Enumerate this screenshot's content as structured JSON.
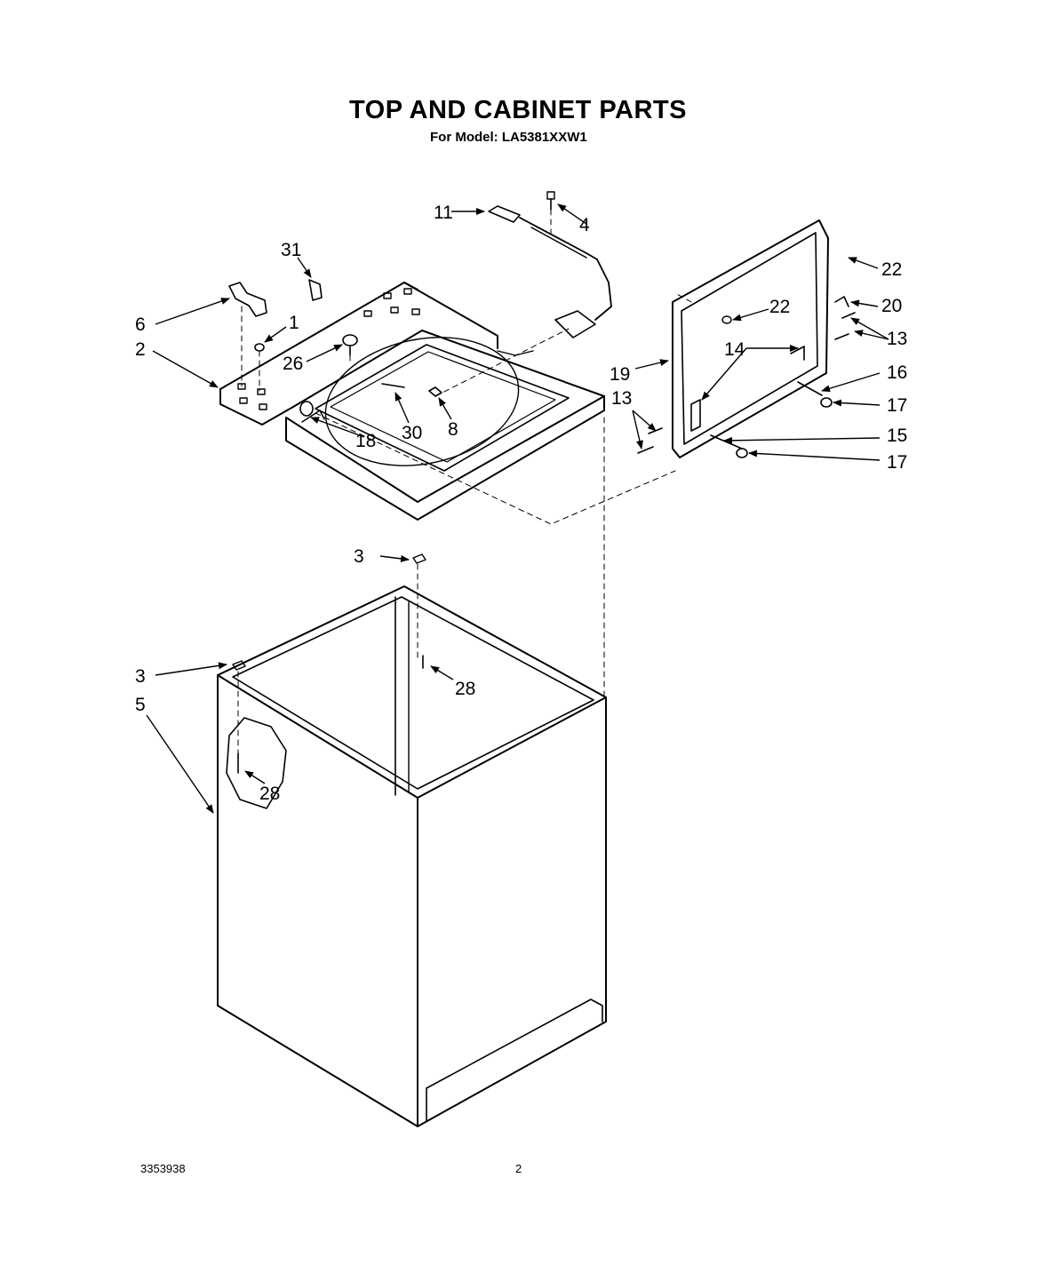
{
  "header": {
    "title": "TOP AND CABINET PARTS",
    "subtitle": "For Model: LA5381XXW1"
  },
  "footer": {
    "doc_number": "3353938",
    "page_number": "2"
  },
  "callouts": {
    "c1": "1",
    "c2": "2",
    "c3a": "3",
    "c3b": "3",
    "c4": "4",
    "c5": "5",
    "c6": "6",
    "c8": "8",
    "c11": "11",
    "c13a": "13",
    "c13b": "13",
    "c14": "14",
    "c15": "15",
    "c16": "16",
    "c17a": "17",
    "c17b": "17",
    "c18": "18",
    "c19": "19",
    "c20": "20",
    "c22a": "22",
    "c22b": "22",
    "c26": "26",
    "c28a": "28",
    "c28b": "28",
    "c30": "30",
    "c31": "31"
  }
}
